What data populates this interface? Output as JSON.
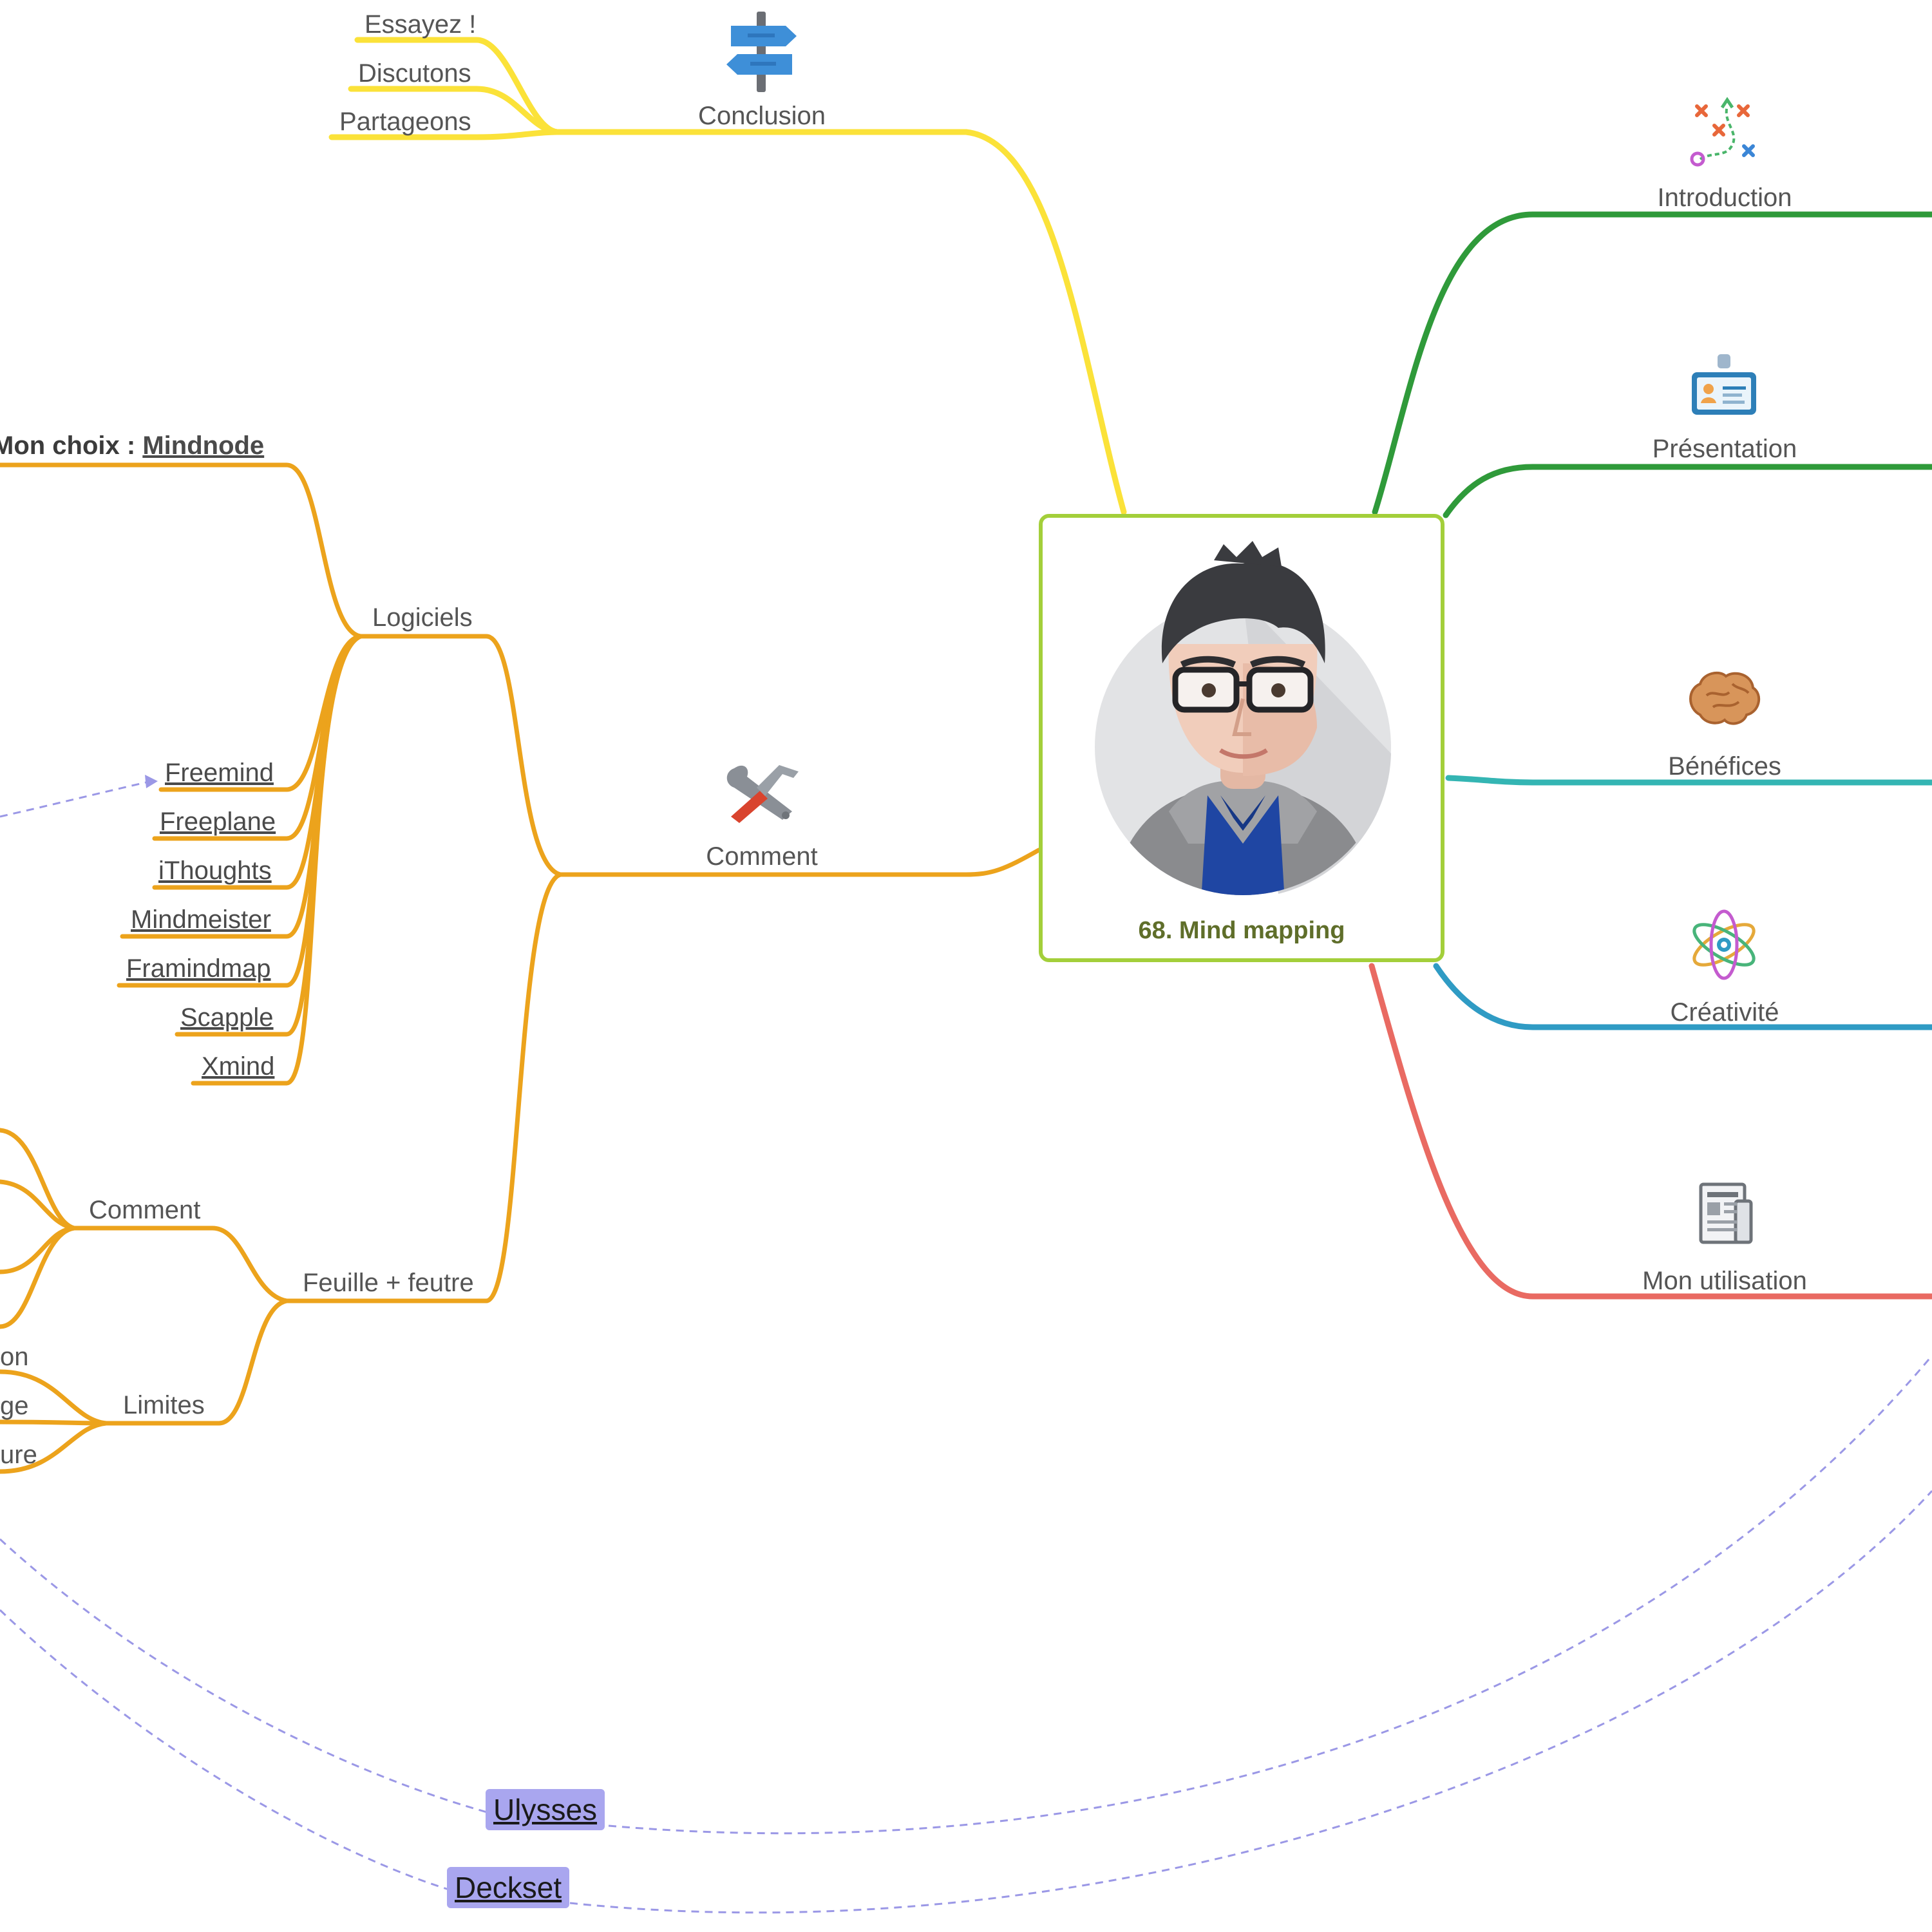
{
  "central": {
    "title": "68. Mind mapping"
  },
  "branches": {
    "conclusion": {
      "label": "Conclusion",
      "children": [
        "Essayez !",
        "Discutons",
        "Partageons"
      ]
    },
    "comment": {
      "label": "Comment",
      "logiciels": {
        "label": "Logiciels",
        "choice_prefix": "Mon choix : ",
        "choice_link": "Mindnode",
        "children": [
          "Freemind",
          "Freeplane",
          "iThoughts",
          "Mindmeister",
          "Framindmap",
          "Scapple",
          "Xmind"
        ]
      },
      "feuille": {
        "label": "Feuille + feutre",
        "comment_label": "Comment",
        "limites_label": "Limites",
        "limites_children": [
          "on",
          "ge",
          "ure"
        ]
      }
    },
    "right": [
      "Introduction",
      "Présentation",
      "Bénéfices",
      "Créativité",
      "Mon utilisation"
    ]
  },
  "tags": [
    "Ulysses",
    "Deckset"
  ],
  "colors": {
    "yellow": "#fbe239",
    "orange": "#eca31c",
    "green": "#2f9a3a",
    "teal": "#34b5b3",
    "blue": "#2f9bc4",
    "red": "#e96a62",
    "central_border": "#a3cf3a",
    "link_dashed": "#9b98e6",
    "tag_bg": "#a9a6ef"
  },
  "icons": {
    "conclusion": "signpost-icon",
    "comment": "tools-icon",
    "introduction": "strategy-icon",
    "presentation": "id-card-icon",
    "benefices": "brain-icon",
    "creativite": "atom-icon",
    "mon_utilisation": "newspaper-icon"
  }
}
